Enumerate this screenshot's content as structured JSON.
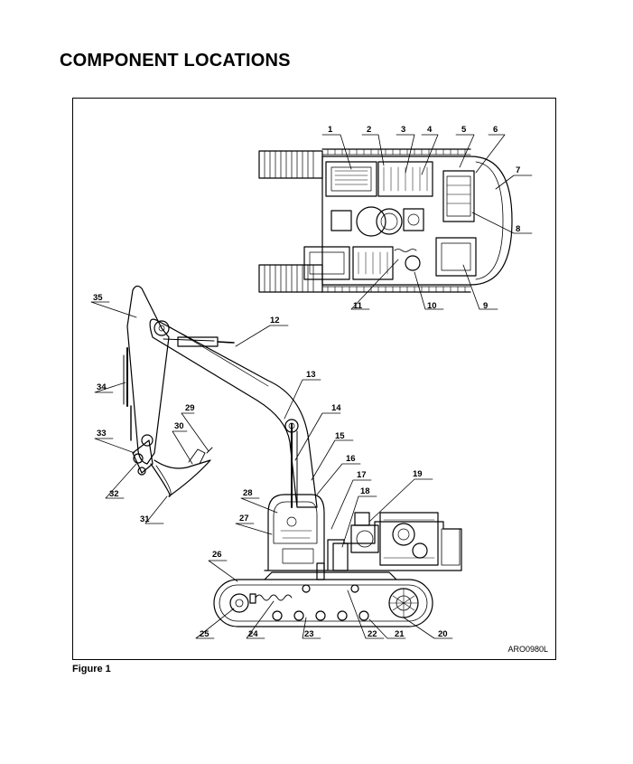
{
  "header": {
    "title": "COMPONENT LOCATIONS"
  },
  "figure": {
    "code": "ARO0980L",
    "caption": "Figure 1",
    "callouts": [
      "1",
      "2",
      "3",
      "4",
      "5",
      "6",
      "7",
      "8",
      "9",
      "10",
      "11",
      "12",
      "13",
      "14",
      "15",
      "16",
      "17",
      "18",
      "19",
      "20",
      "21",
      "22",
      "23",
      "24",
      "25",
      "26",
      "27",
      "28",
      "29",
      "30",
      "31",
      "32",
      "33",
      "34",
      "35"
    ]
  }
}
